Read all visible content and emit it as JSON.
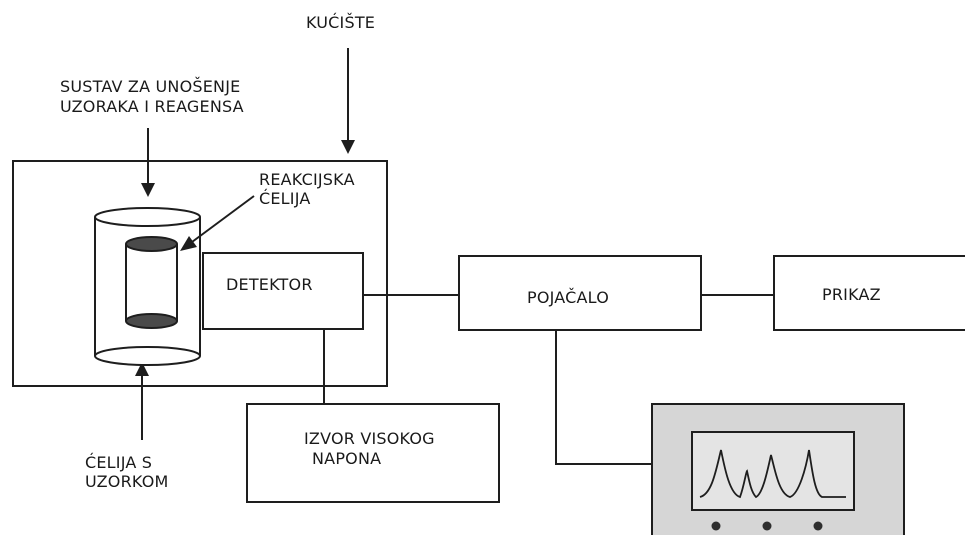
{
  "labels": {
    "housing": "KUĆIŠTE",
    "injection_line1": "SUSTAV ZA UNOŠENJE",
    "injection_line2": "UZORAKA I REAGENSA",
    "reaction_cell_line1": "REAKCIJSKA",
    "reaction_cell_line2": "ĆELIJA",
    "detector": "DETEKTOR",
    "amplifier": "POJAČALO",
    "display": "PRIKAZ",
    "hv_source_line1": "IZVOR VISOKOG",
    "hv_source_line2": "NAPONA",
    "sample_cell_line1": "ĆELIJA S",
    "sample_cell_line2": "UZORKOM"
  },
  "colors": {
    "line": "#1e1e1e",
    "oscilloscope_body": "#d6d6d6",
    "reaction_cell_cap": "#4a4a4a"
  }
}
